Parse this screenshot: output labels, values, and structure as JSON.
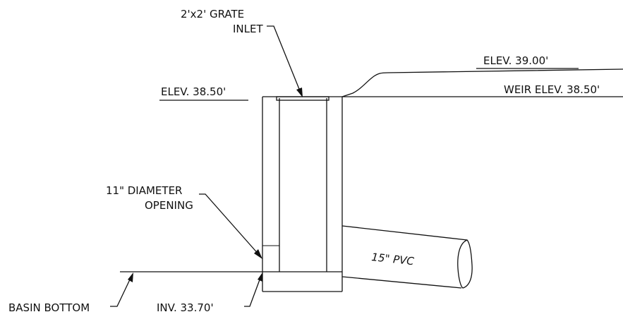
{
  "labels": {
    "grate_inlet_line1": "2'x2' GRATE",
    "grate_inlet_line2": "INLET",
    "elev_top": "ELEV. 39.00'",
    "elev_left": "ELEV. 38.50'",
    "weir_elev": "WEIR ELEV. 38.50'",
    "opening_line1": "11\" DIAMETER",
    "opening_line2": "OPENING",
    "pipe": "15\" PVC",
    "basin_bottom": "BASIN BOTTOM",
    "invert": "INV. 33.70'"
  },
  "colors": {
    "ink": "#111111",
    "background": "#ffffff"
  }
}
